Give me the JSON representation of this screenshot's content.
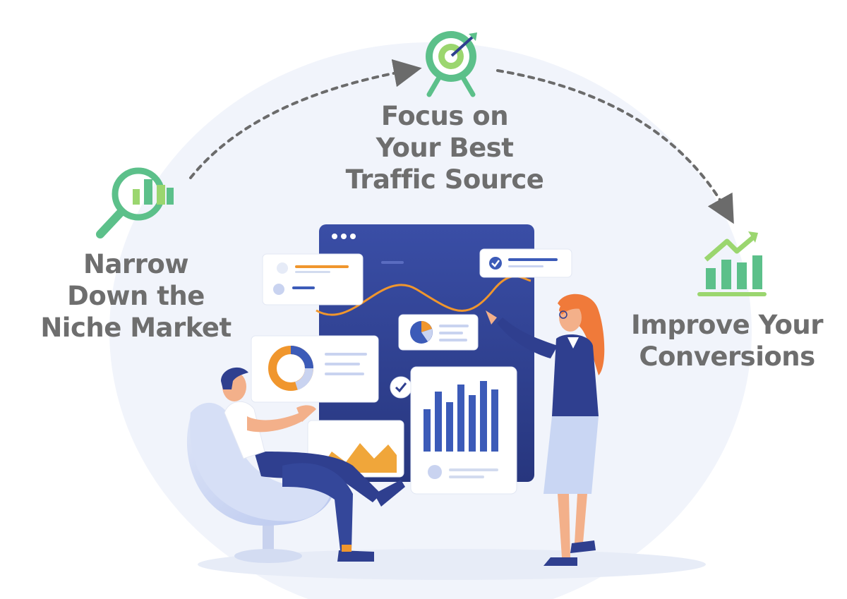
{
  "steps": [
    {
      "lines": [
        "Narrow",
        "Down the",
        "Niche Market"
      ],
      "icon": "magnifier-chart-icon"
    },
    {
      "lines": [
        "Focus on",
        "Your Best",
        "Traffic Source"
      ],
      "icon": "target-icon"
    },
    {
      "lines": [
        "Improve Your",
        "Conversions"
      ],
      "icon": "growth-chart-icon"
    }
  ],
  "colors": {
    "label": "#6e6e6e",
    "accent_green": "#5cc08a",
    "light_green": "#9bd66f",
    "navy": "#2f3f8f",
    "blue": "#3c5bb8",
    "orange": "#f0962d",
    "arrow": "#6b6b6b",
    "backdrop": "#eef2fa"
  }
}
